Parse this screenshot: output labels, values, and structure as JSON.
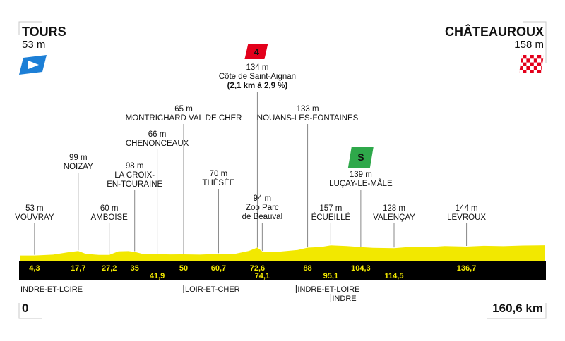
{
  "chart_data": {
    "type": "area",
    "start": {
      "name": "TOURS",
      "altitude": "53 m",
      "km": "0"
    },
    "finish": {
      "name": "CHÂTEAUROUX",
      "altitude": "158 m",
      "km": "160,6 km"
    },
    "km_total": 160.6,
    "ylim": [
      0,
      180
    ],
    "profile_color": "#f2e800",
    "band_color": "#000000",
    "km_label_color": "#f2e800",
    "climb": {
      "category": "4",
      "altitude": "134 m",
      "name": "Côte de Saint-Aignan",
      "detail": "(2,1 km à 2,9 %)",
      "km": 72.6,
      "color": "#e3001b"
    },
    "sprint": {
      "symbol": "S",
      "altitude": "139 m",
      "name": "LUÇAY-LE-MÂLE",
      "km": 104.3,
      "color": "#2ea84a"
    },
    "profile": [
      [
        0,
        53
      ],
      [
        4.3,
        53
      ],
      [
        10,
        62
      ],
      [
        15,
        88
      ],
      [
        17.7,
        99
      ],
      [
        20,
        70
      ],
      [
        24,
        60
      ],
      [
        27.2,
        60
      ],
      [
        30,
        95
      ],
      [
        33,
        98
      ],
      [
        35,
        90
      ],
      [
        38,
        65
      ],
      [
        41.9,
        66
      ],
      [
        46,
        64
      ],
      [
        50,
        65
      ],
      [
        55,
        62
      ],
      [
        60.7,
        70
      ],
      [
        66,
        72
      ],
      [
        70,
        100
      ],
      [
        72.6,
        134
      ],
      [
        74.1,
        94
      ],
      [
        78,
        88
      ],
      [
        85,
        110
      ],
      [
        88,
        133
      ],
      [
        92,
        140
      ],
      [
        95.1,
        157
      ],
      [
        100,
        150
      ],
      [
        104.3,
        139
      ],
      [
        108,
        132
      ],
      [
        114.5,
        128
      ],
      [
        120,
        142
      ],
      [
        125,
        138
      ],
      [
        130,
        150
      ],
      [
        136.7,
        144
      ],
      [
        142,
        152
      ],
      [
        148,
        148
      ],
      [
        154,
        155
      ],
      [
        160.6,
        158
      ]
    ],
    "places": [
      {
        "km": 4.3,
        "alt": "53 m",
        "lines": [
          "VOUVRAY"
        ]
      },
      {
        "km": 17.7,
        "alt": "99 m",
        "lines": [
          "NOIZAY"
        ]
      },
      {
        "km": 27.2,
        "alt": "60 m",
        "lines": [
          "AMBOISE"
        ]
      },
      {
        "km": 35,
        "alt": "98 m",
        "lines": [
          "LA CROIX-",
          "EN-TOURAINE"
        ]
      },
      {
        "km": 41.9,
        "alt": "66 m",
        "lines": [
          "CHENONCEAUX"
        ]
      },
      {
        "km": 50,
        "alt": "65 m",
        "lines": [
          "MONTRICHARD VAL DE CHER"
        ]
      },
      {
        "km": 60.7,
        "alt": "70 m",
        "lines": [
          "THÉSÉE"
        ]
      },
      {
        "km": 74.1,
        "alt": "94 m",
        "lines": [
          "Zoo Parc",
          "de Beauval"
        ]
      },
      {
        "km": 88,
        "alt": "133 m",
        "lines": [
          "NOUANS-LES-FONTAINES"
        ]
      },
      {
        "km": 95.1,
        "alt": "157 m",
        "lines": [
          "ÉCUEILLÉ"
        ]
      },
      {
        "km": 114.5,
        "alt": "128 m",
        "lines": [
          "VALENÇAY"
        ]
      },
      {
        "km": 136.7,
        "alt": "144 m",
        "lines": [
          "LEVROUX"
        ]
      }
    ],
    "km_marks_upper": [
      {
        "km": 4.3,
        "label": "4,3"
      },
      {
        "km": 17.7,
        "label": "17,7"
      },
      {
        "km": 27.2,
        "label": "27,2"
      },
      {
        "km": 35,
        "label": "35"
      },
      {
        "km": 50,
        "label": "50"
      },
      {
        "km": 60.7,
        "label": "60,7"
      },
      {
        "km": 72.6,
        "label": "72,6"
      },
      {
        "km": 88,
        "label": "88"
      },
      {
        "km": 104.3,
        "label": "104,3"
      },
      {
        "km": 136.7,
        "label": "136,7"
      }
    ],
    "km_marks_lower": [
      {
        "km": 41.9,
        "label": "41,9"
      },
      {
        "km": 74.1,
        "label": "74,1"
      },
      {
        "km": 95.1,
        "label": "95,1"
      },
      {
        "km": 114.5,
        "label": "114,5"
      }
    ],
    "regions": [
      {
        "km": 0,
        "text": "INDRE-ET-LOIRE",
        "row": 0,
        "bar": false
      },
      {
        "km": 50,
        "text": "LOIR-ET-CHER",
        "row": 0,
        "bar": true
      },
      {
        "km": 84.5,
        "text": "INDRE-ET-LOIRE",
        "row": 0,
        "bar": true
      },
      {
        "km": 95.1,
        "text": "INDRE",
        "row": 1,
        "bar": true
      }
    ]
  }
}
